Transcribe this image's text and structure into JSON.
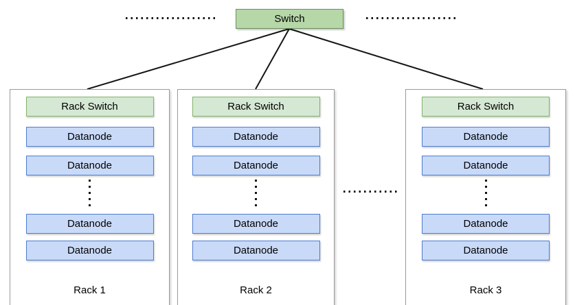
{
  "diagram": {
    "core_switch": {
      "label": "Switch"
    },
    "racks": [
      {
        "name": "Rack 1",
        "switch_label": "Rack Switch",
        "datanodes": [
          "Datanode",
          "Datanode",
          "Datanode",
          "Datanode"
        ]
      },
      {
        "name": "Rack 2",
        "switch_label": "Rack Switch",
        "datanodes": [
          "Datanode",
          "Datanode",
          "Datanode",
          "Datanode"
        ]
      },
      {
        "name": "Rack 3",
        "switch_label": "Rack Switch",
        "datanodes": [
          "Datanode",
          "Datanode",
          "Datanode",
          "Datanode"
        ]
      }
    ],
    "colors": {
      "switch_fill": "#b6d7a8",
      "switch_border": "#6c8f5b",
      "rack_switch_fill": "#d5e8d4",
      "rack_switch_border": "#82b366",
      "datanode_fill": "#c9daf8",
      "datanode_border": "#4d7cd0",
      "rack_border": "#9a9a9a",
      "line_color": "#141414"
    }
  }
}
